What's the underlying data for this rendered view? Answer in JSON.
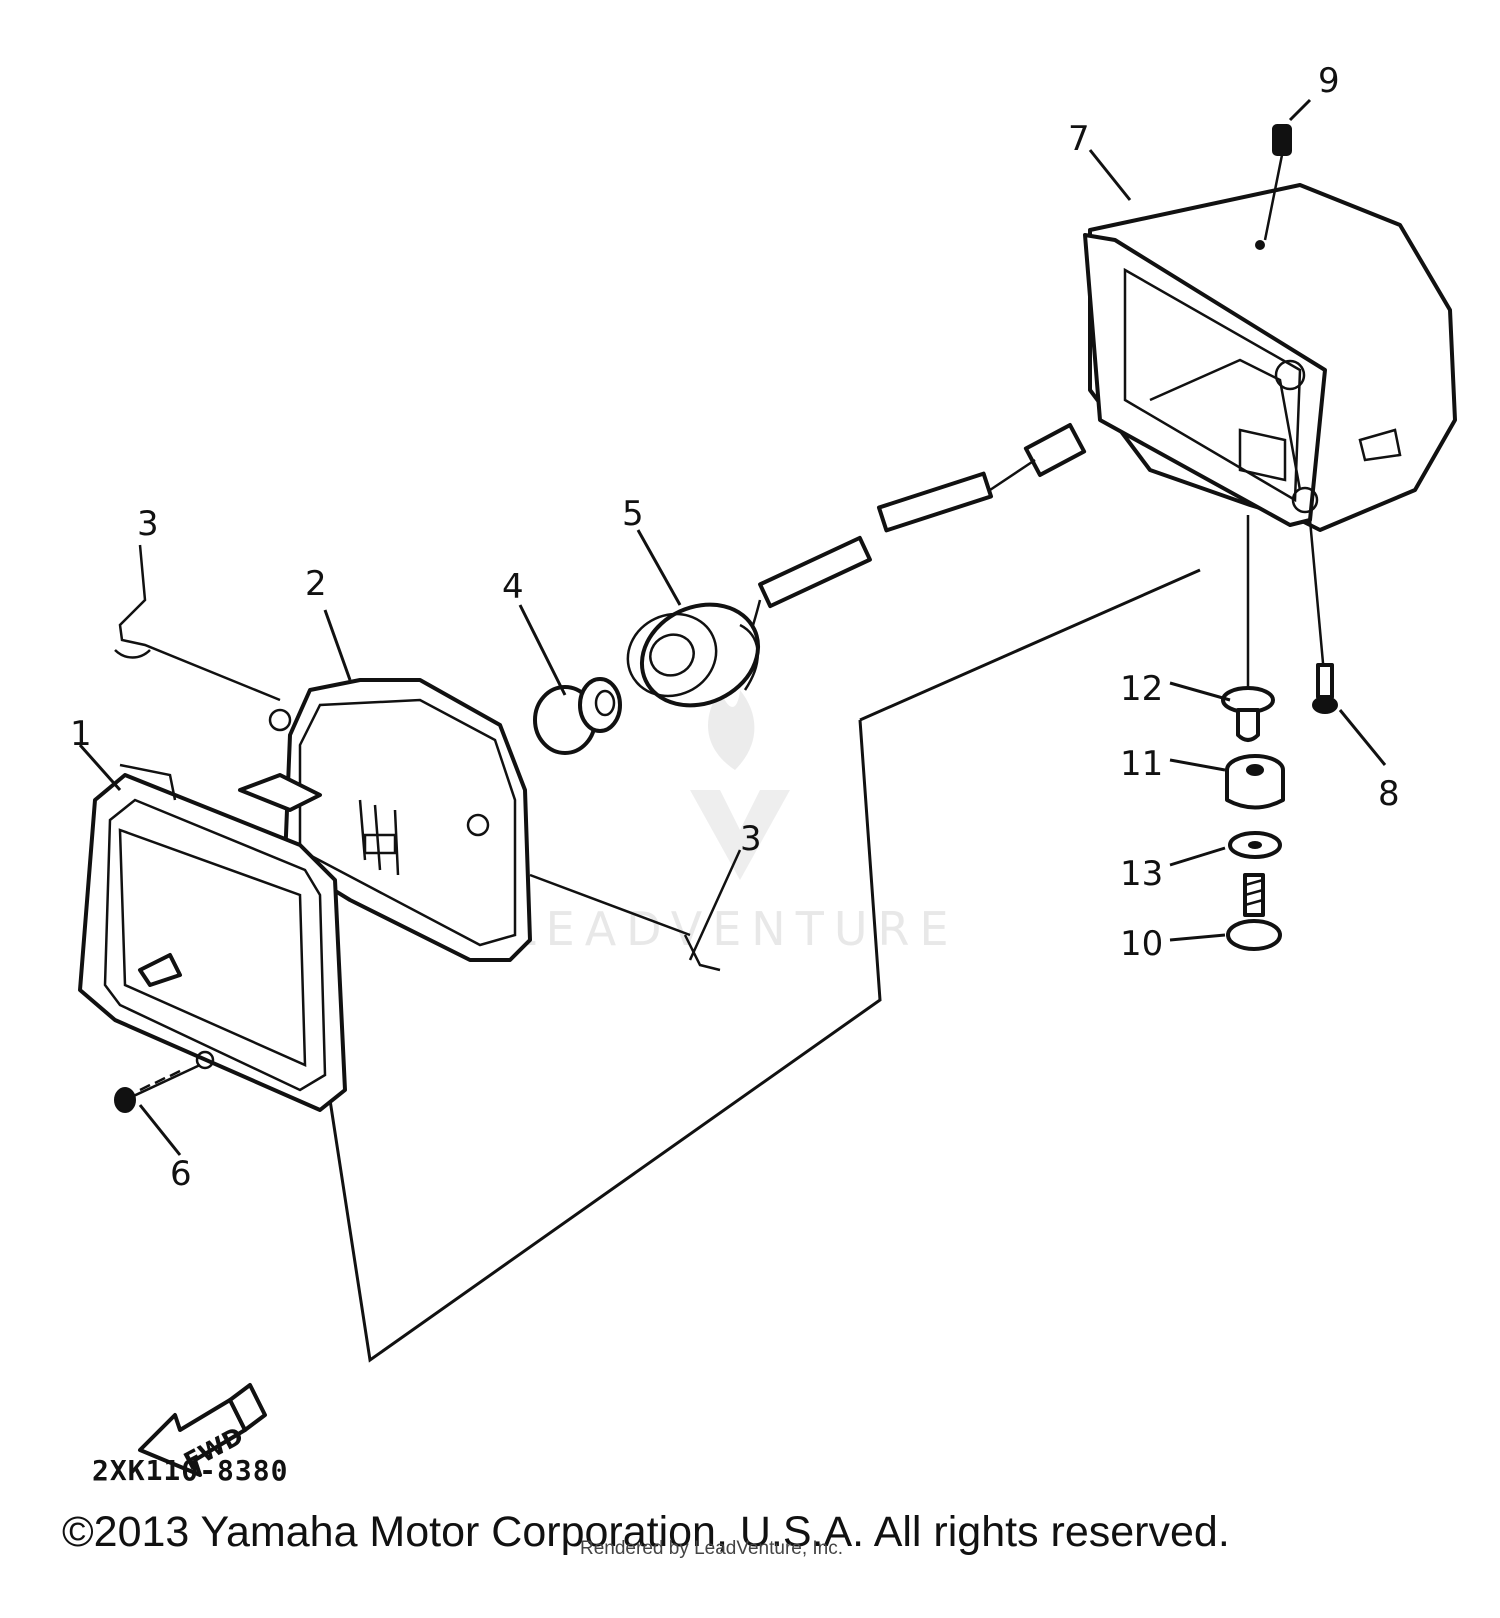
{
  "diagram": {
    "part_numbers": {
      "p1": "1",
      "p2": "2",
      "p3a": "3",
      "p3b": "3",
      "p4": "4",
      "p5": "5",
      "p6": "6",
      "p7": "7",
      "p8": "8",
      "p9": "9",
      "p10": "10",
      "p11": "11",
      "p12": "12",
      "p13": "13"
    },
    "fwd_label": "FWD",
    "watermark": "LEADVENTURE",
    "drawing_code": "2XK110-8380"
  },
  "footer": {
    "copyright": "©2013 Yamaha Motor Corporation, U.S.A. All rights reserved.",
    "rendered_by": "Rendered by LeadVenture, Inc."
  },
  "colors": {
    "ink": "#111111",
    "watermark": "#d9d9d9",
    "background": "#ffffff"
  }
}
